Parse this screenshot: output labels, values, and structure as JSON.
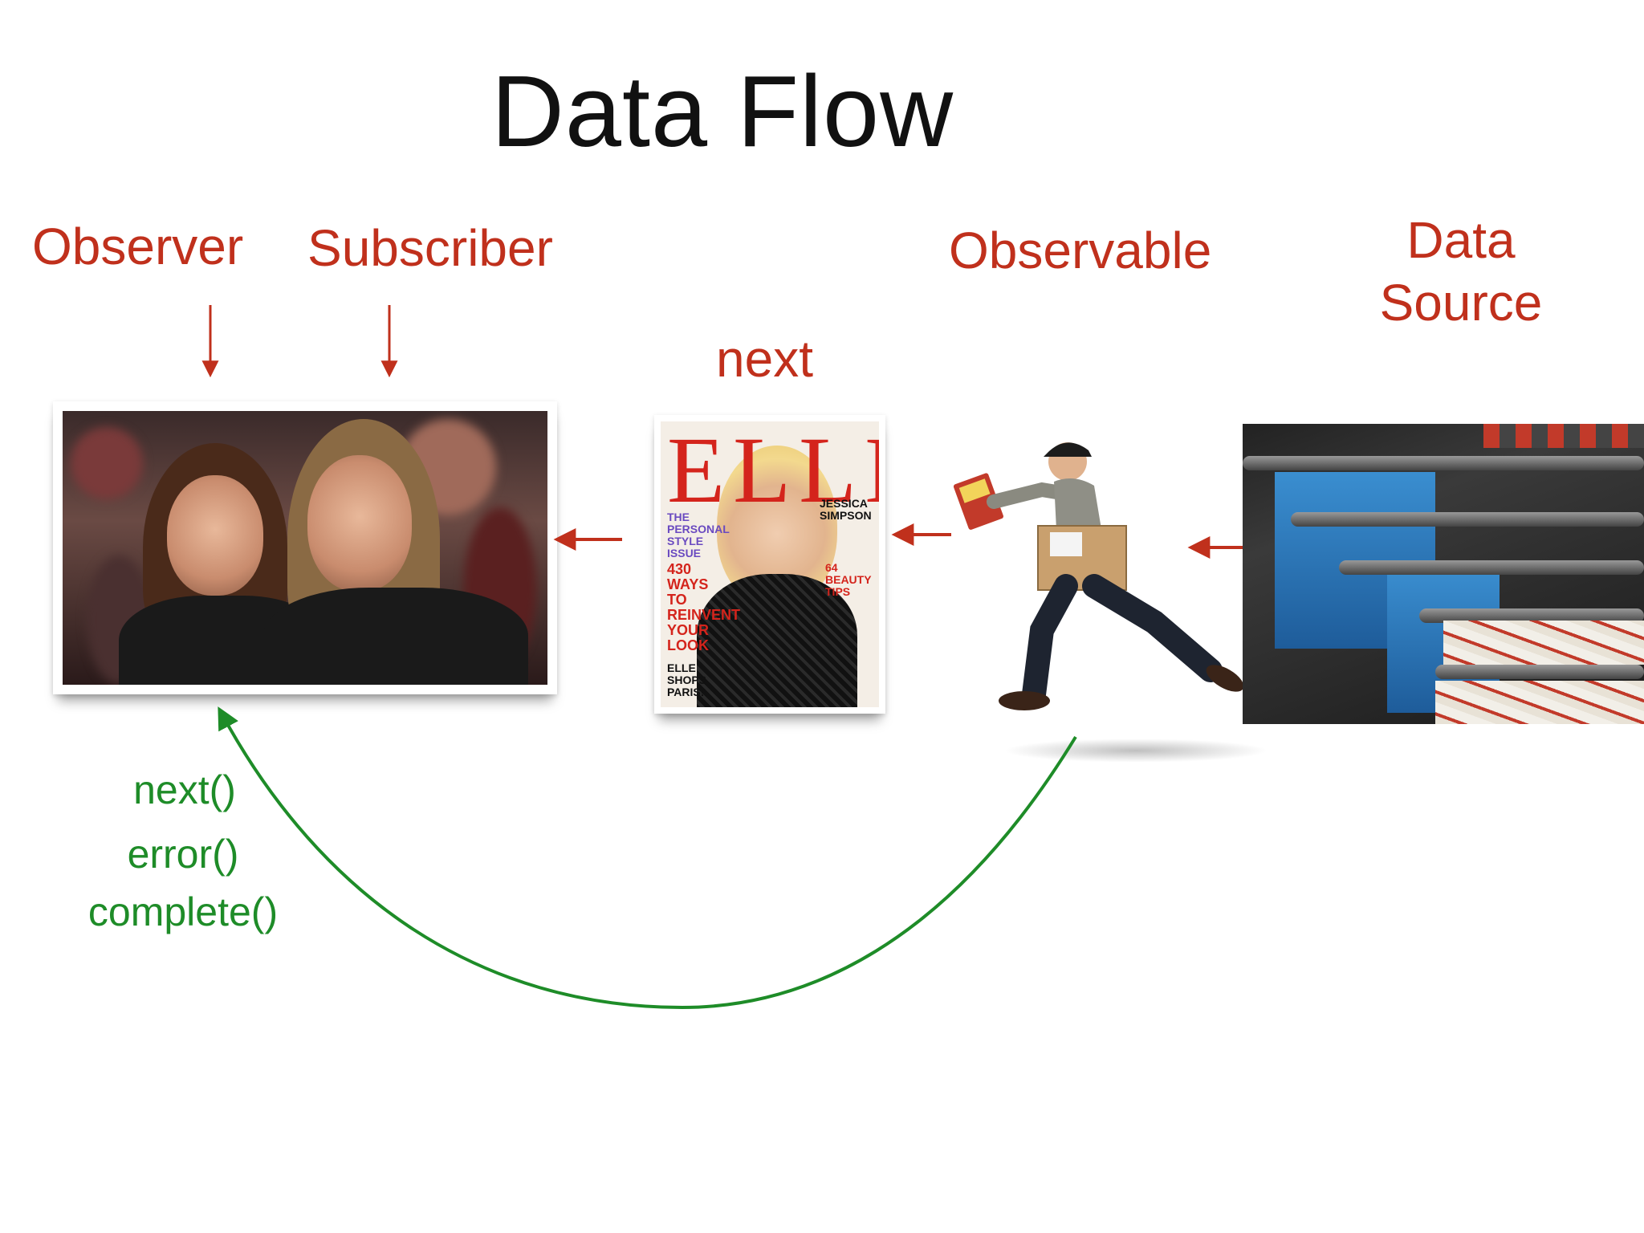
{
  "title": "Data Flow",
  "labels": {
    "observer": "Observer",
    "subscriber": "Subscriber",
    "observable": "Observable",
    "next": "next",
    "data_source": "Data Source"
  },
  "methods": {
    "next": "next()",
    "error": "error()",
    "complete": "complete()"
  },
  "magazine": {
    "logo": "ELLE",
    "cover_lines": [
      "THE PERSONAL STYLE ISSUE",
      "430 WAYS TO REINVENT YOUR LOOK",
      "JESSICA SIMPSON",
      "64 BEAUTY TIPS",
      "ELLE SHOPS PARIS!"
    ]
  },
  "colors": {
    "label_red": "#c0301c",
    "callback_green": "#1e8c28",
    "title_black": "#111111"
  }
}
